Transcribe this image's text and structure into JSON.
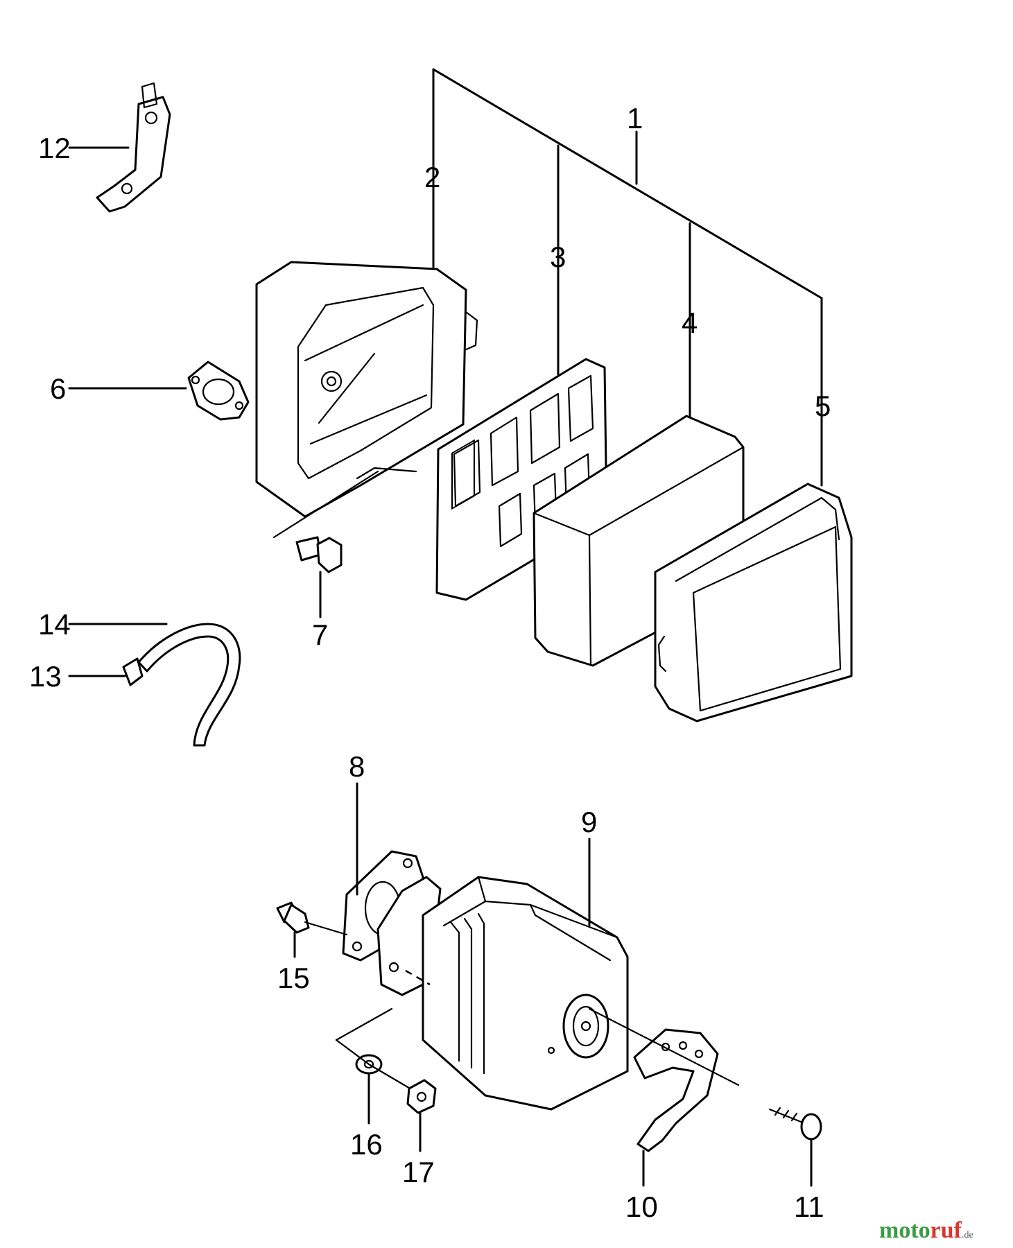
{
  "labels": {
    "p1": "1",
    "p2": "2",
    "p3": "3",
    "p4": "4",
    "p5": "5",
    "p6": "6",
    "p7": "7",
    "p8": "8",
    "p9": "9",
    "p10": "10",
    "p11": "11",
    "p12": "12",
    "p13": "13",
    "p14": "14",
    "p15": "15",
    "p16": "16",
    "p17": "17"
  },
  "watermark": {
    "part1": "moto",
    "part2": "ruf",
    "suffix": ".de"
  }
}
